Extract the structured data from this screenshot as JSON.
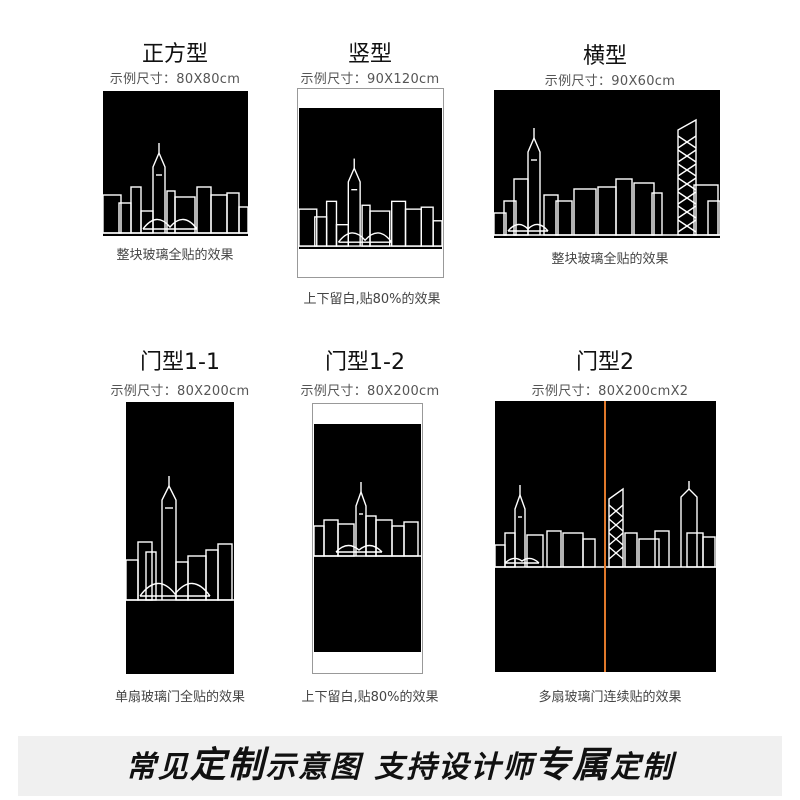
{
  "examples": [
    {
      "title": "正方型",
      "size": "示例尺寸：80X80cm",
      "caption": "整块玻璃全贴的效果"
    },
    {
      "title": "竖型",
      "size": "示例尺寸：90X120cm",
      "caption": "上下留白,贴80%的效果"
    },
    {
      "title": "横型",
      "size": "示例尺寸：90X60cm",
      "caption": "整块玻璃全贴的效果"
    },
    {
      "title": "门型1-1",
      "size": "示例尺寸：80X200cm",
      "caption": "单扇玻璃门全贴的效果"
    },
    {
      "title": "门型1-2",
      "size": "示例尺寸：80X200cm",
      "caption": "上下留白,贴80%的效果"
    },
    {
      "title": "门型2",
      "size": "示例尺寸：80X200cmX2",
      "caption": "多扇玻璃门连续贴的效果"
    }
  ],
  "banner": {
    "part1": "常见",
    "part2": "定制",
    "part3": "示意图 支持设计师",
    "part4": "专属",
    "part5": "定制"
  },
  "colors": {
    "panel": "#000000",
    "line": "#ffffff",
    "divider": "#e0782a",
    "banner_bg": "#f0f0f0"
  }
}
